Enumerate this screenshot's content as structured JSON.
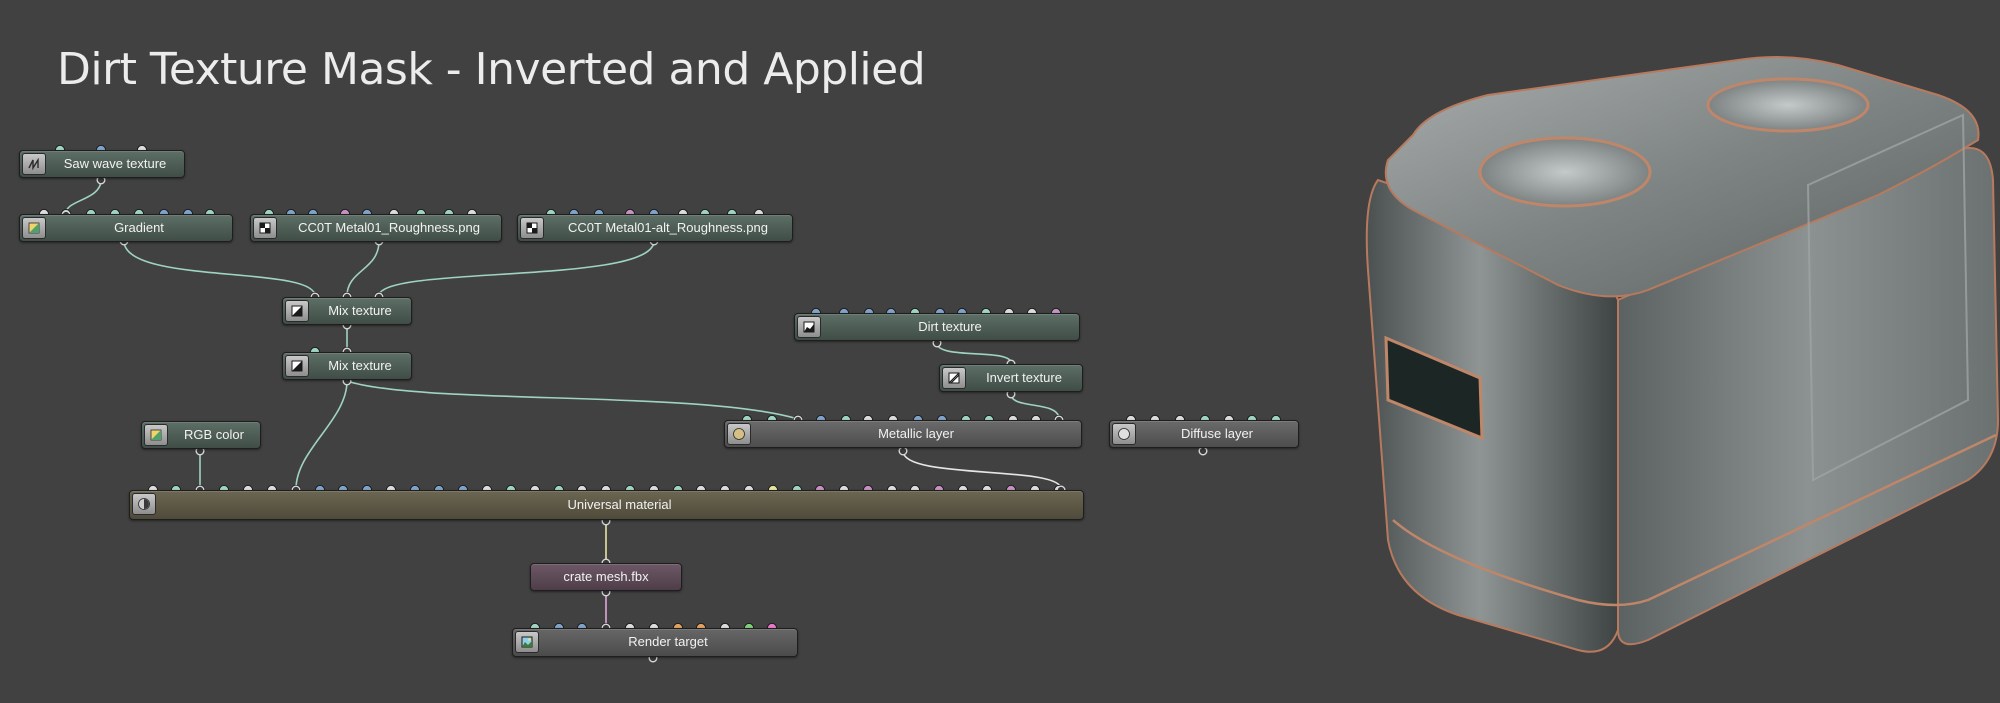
{
  "title": "Dirt Texture Mask - Inverted and Applied",
  "nodes": {
    "saw_wave": {
      "label": "Saw wave texture",
      "icon": "saw-wave-icon"
    },
    "gradient": {
      "label": "Gradient",
      "icon": "gradient-icon"
    },
    "roughness1": {
      "label": "CC0T Metal01_Roughness.png",
      "icon": "image-texture-icon"
    },
    "roughness2": {
      "label": "CC0T Metal01-alt_Roughness.png",
      "icon": "image-texture-icon"
    },
    "mix1": {
      "label": "Mix texture",
      "icon": "mix-icon"
    },
    "mix2": {
      "label": "Mix texture",
      "icon": "mix-icon"
    },
    "dirt": {
      "label": "Dirt texture",
      "icon": "dirt-icon"
    },
    "invert": {
      "label": "Invert texture",
      "icon": "invert-icon"
    },
    "rgb": {
      "label": "RGB color",
      "icon": "rgb-color-icon"
    },
    "metallic": {
      "label": "Metallic layer",
      "icon": "metallic-sphere-icon"
    },
    "diffuse": {
      "label": "Diffuse layer",
      "icon": "diffuse-sphere-icon"
    },
    "universal": {
      "label": "Universal material",
      "icon": "material-sphere-icon"
    },
    "mesh": {
      "label": "crate mesh.fbx"
    },
    "render_target": {
      "label": "Render target",
      "icon": "render-target-icon"
    }
  },
  "colors": {
    "background": "#414141",
    "texture_node": "#4e5d55",
    "material_node": "#5a5a5a",
    "universal_node": "#5d5946",
    "mesh_node": "#5d4a57",
    "link_texture": "#9fd4c0",
    "link_material": "#e6e6e6",
    "link_yellow": "#e8e6a0",
    "link_mesh": "#e3a6d6"
  },
  "preview": {
    "subject": "metal crate render",
    "icon": "crate-preview"
  }
}
